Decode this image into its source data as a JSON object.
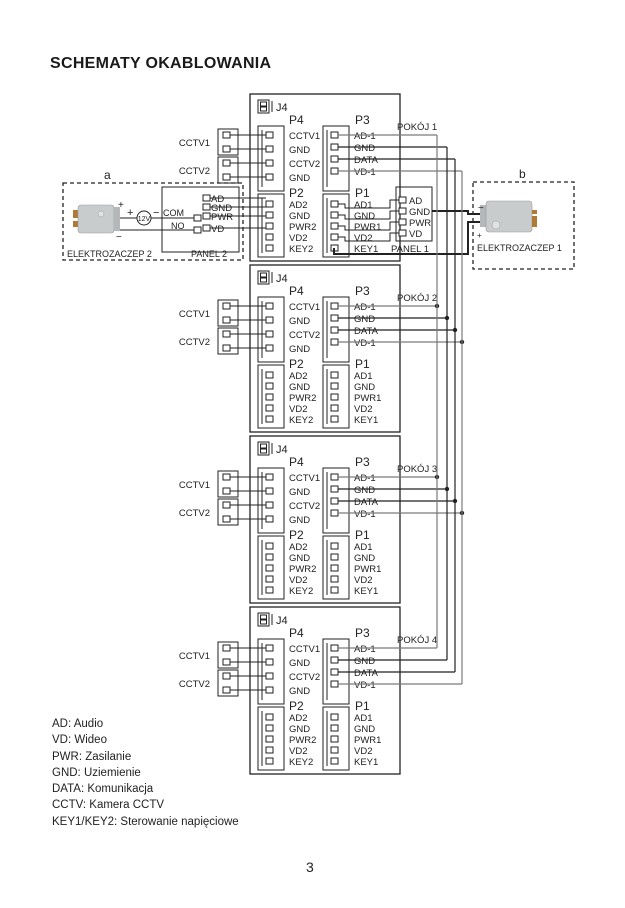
{
  "title": "SCHEMATY OKABLOWANIA",
  "page_number": "3",
  "units": [
    {
      "room": "POKÓJ 1"
    },
    {
      "room": "POKÓJ 2"
    },
    {
      "room": "POKÓJ 3"
    },
    {
      "room": "POKÓJ 4"
    }
  ],
  "connectors": {
    "j4": "J4",
    "p4": {
      "name": "P4",
      "pins": [
        "CCTV1",
        "GND",
        "CCTV2",
        "GND"
      ]
    },
    "p3": {
      "name": "P3",
      "pins": [
        "AD-1",
        "GND",
        "DATA",
        "VD-1"
      ]
    },
    "p2": {
      "name": "P2",
      "pins": [
        "AD2",
        "GND",
        "PWR2",
        "VD2",
        "KEY2"
      ]
    },
    "p1": {
      "name": "P1",
      "pins": [
        "AD1",
        "GND",
        "PWR1",
        "VD2",
        "KEY1"
      ]
    }
  },
  "cameras": [
    "CCTV1",
    "CCTV2"
  ],
  "section_a": {
    "label": "a",
    "lock_label": "ELEKTROZACZEP 2",
    "panel_label": "PANEL 2",
    "panel_pins": [
      "AD",
      "GND",
      "PWR",
      "VD"
    ],
    "relay_labels": [
      "COM",
      "NO"
    ],
    "power_label": "12V",
    "plus": "+",
    "minus": "−"
  },
  "section_b": {
    "label": "b",
    "lock_label": "ELEKTROZACZEP 1",
    "plus": "+",
    "minus": "−"
  },
  "panel1": {
    "label": "PANEL 1",
    "pins": [
      "AD",
      "GND",
      "PWR",
      "VD"
    ]
  },
  "legend": [
    "AD: Audio",
    "VD: Wideo",
    "PWR: Zasilanie",
    "GND: Uziemienie",
    "DATA: Komunikacja",
    "CCTV: Kamera CCTV",
    "KEY1/KEY2: Sterowanie napięciowe"
  ],
  "colors": {
    "line": "#222222",
    "gray_line": "#7a7a7a",
    "lock_body": "#c9cccd",
    "lock_brass": "#b07a35"
  }
}
